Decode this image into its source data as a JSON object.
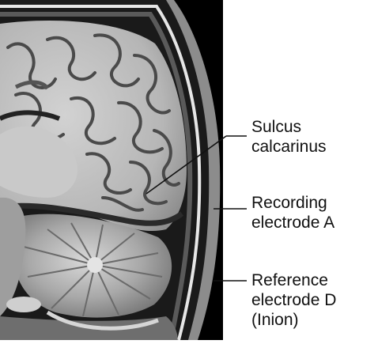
{
  "figure": {
    "description_visible": false,
    "colors": {
      "background": "#000000",
      "brain_gray": "#bdbdbd",
      "label_text": "#111111",
      "leader_line": "#111111"
    }
  },
  "labels": {
    "sulcus": {
      "line1": "Sulcus",
      "line2": "calcarinus"
    },
    "recording": {
      "line1": "Recording",
      "line2": "electrode A"
    },
    "reference": {
      "line1": "Reference",
      "line2": "electrode D",
      "line3": "(Inion)"
    }
  }
}
